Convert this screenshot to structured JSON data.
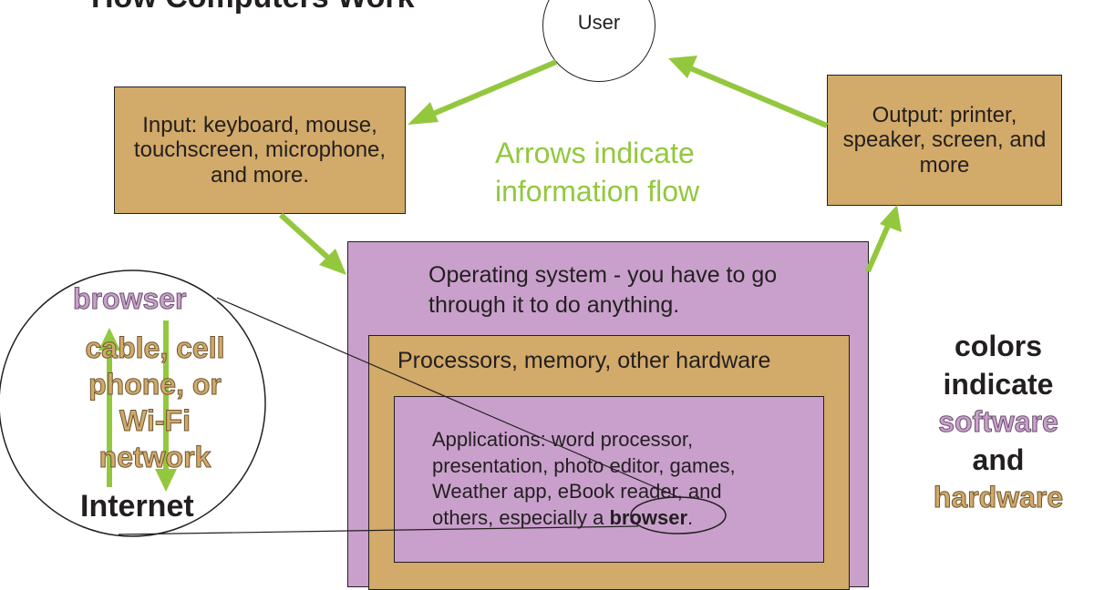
{
  "title": "How Computers Work",
  "user": {
    "label": "User"
  },
  "input": {
    "text": "Input: keyboard, mouse, touchscreen, microphone, and more."
  },
  "output": {
    "text": "Output: printer, speaker, screen, and more"
  },
  "flow_note": {
    "text": "Arrows indicate information flow"
  },
  "os": {
    "text": "Operating system - you have to go through it to do anything."
  },
  "hardware": {
    "text": "Processors, memory, other hardware"
  },
  "applications": {
    "text": "Applications: word processor, presentation, photo editor, games, Weather app, eBook reader, and others, especially a",
    "highlight": "browser",
    "suffix": "."
  },
  "legend": {
    "line1": "colors",
    "line2": "indicate",
    "software_word": "software",
    "and_word": "and",
    "hardware_word": "hardware"
  },
  "zoom": {
    "browser": "browser",
    "network": "cable, cell phone, or Wi-Fi network",
    "internet": "Internet"
  },
  "colors": {
    "arrow": "#93c83e",
    "software": "#c9a0cc",
    "hardware": "#d2aa69",
    "stroke": "#231f20"
  }
}
